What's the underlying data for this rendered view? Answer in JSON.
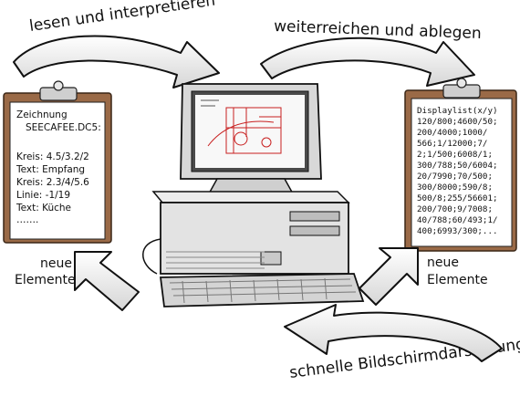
{
  "captions": {
    "top_left": "lesen und interpretieren",
    "top_right": "weiterreichen und ablegen",
    "bottom": "schnelle Bildschirmdarstellung"
  },
  "side_labels": {
    "left": [
      "neue",
      "Elemente"
    ],
    "right": [
      "neue",
      "Elemente"
    ]
  },
  "left_clipboard": {
    "lines": [
      "Zeichnung",
      "SEECAFEE.DC5:",
      "",
      "Kreis: 4.5/3.2/2",
      "Text: Empfang",
      "Kreis: 2.3/4/5.6",
      "Linie: -1/19",
      "Text: Küche",
      "……."
    ]
  },
  "right_clipboard": {
    "lines": [
      "Displaylist(x/y)",
      "120/800;4600/50;",
      "200/4000;1000/",
      "566;1/12000;7/",
      "2;1/500;6008/1;",
      "300/788;50/6004;",
      "20/7990;70/500;",
      "300/8000;590/8;",
      "500/8;255/56601;",
      "200/700;9/7008;",
      "40/788;60/493;1/",
      "400;6993/300;..."
    ]
  },
  "icons": [
    "clipboard-icon",
    "computer-icon",
    "curved-arrow-icon",
    "thick-arrow-icon"
  ],
  "colors": {
    "clipboard_board": "#9a6a47",
    "paper": "#ffffff",
    "drawing_red": "#c82020",
    "ink": "#111111"
  }
}
